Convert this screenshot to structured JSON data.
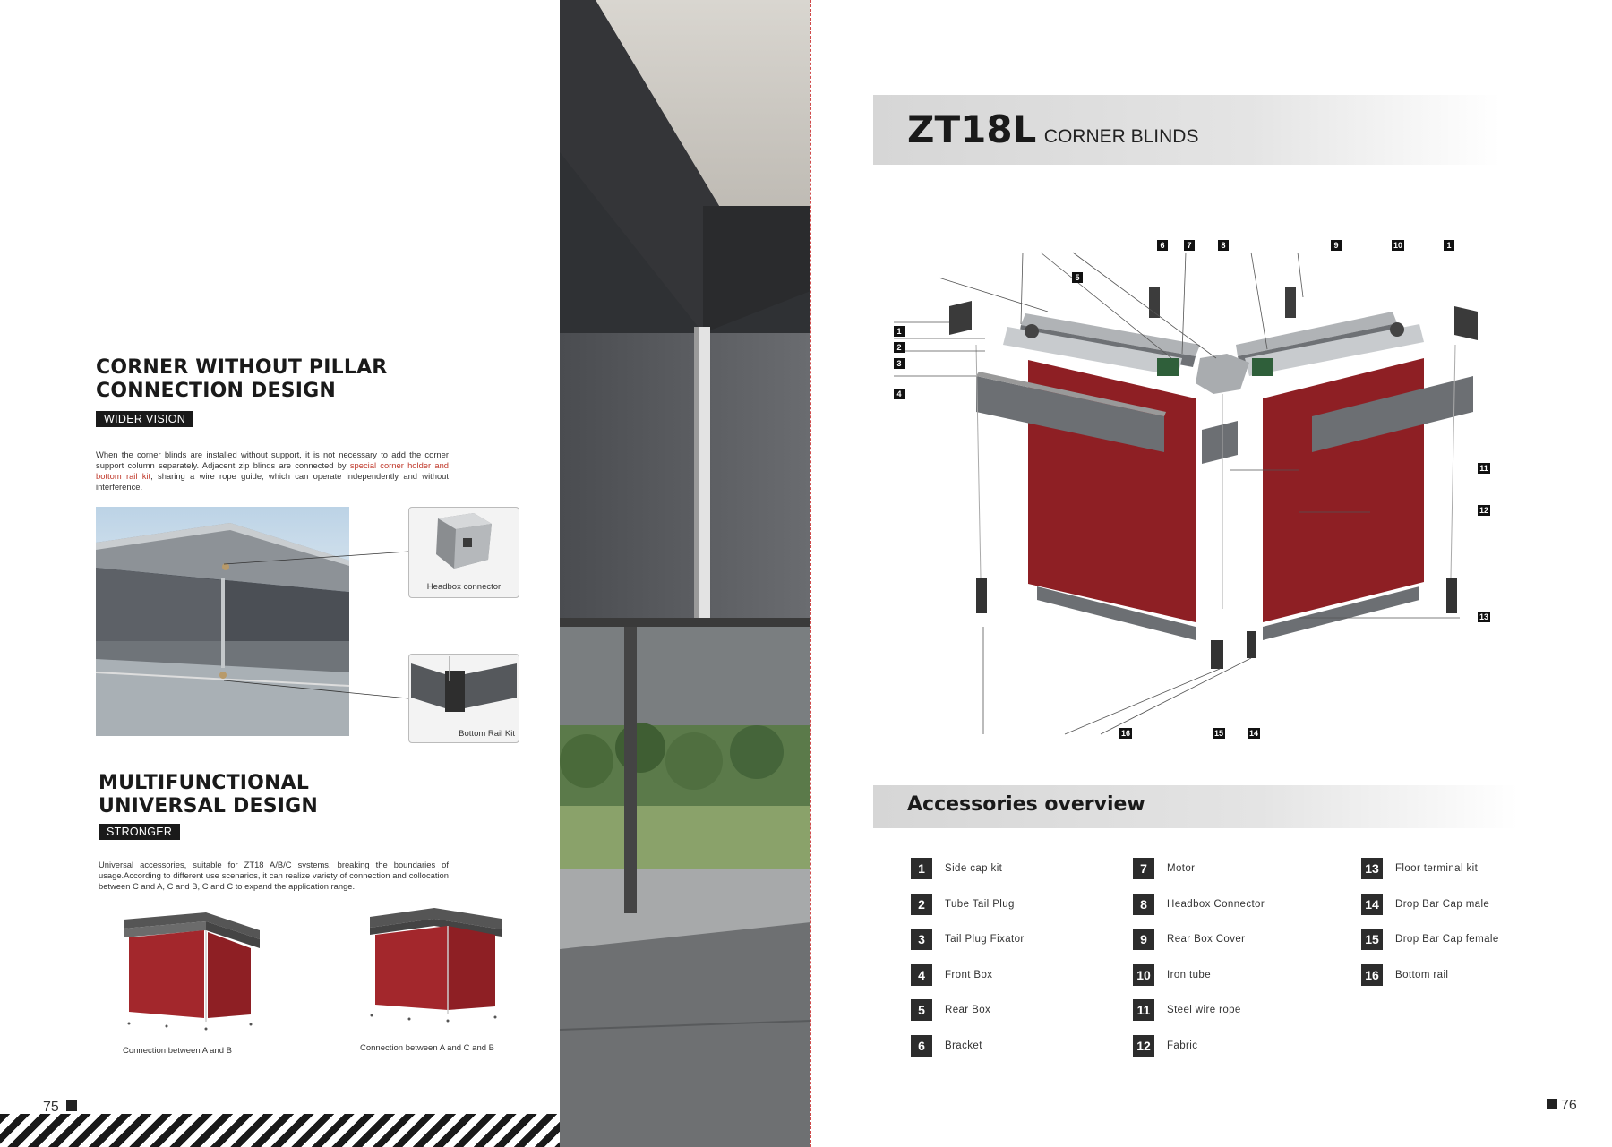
{
  "left": {
    "section1": {
      "title_line1": "CORNER WITHOUT PILLAR",
      "title_line2": "CONNECTION DESIGN",
      "tag": "WIDER VISION",
      "para_before": "When the corner blinds are installed without support, it is not necessary to add the corner support column separately. Adjacent zip blinds are connected by ",
      "para_highlight": "special corner holder and bottom rail kit",
      "para_after": ", sharing a wire rope guide, which can operate independently and without interference.",
      "callout_top": "Headbox connector",
      "callout_bottom": "Bottom Rail Kit"
    },
    "section2": {
      "title_line1": "MULTIFUNCTIONAL",
      "title_line2": "UNIVERSAL DESIGN",
      "tag": "STRONGER",
      "para": "Universal accessories, suitable for ZT18 A/B/C systems, breaking the boundaries of usage.According to different use scenarios, it can realize variety of connection and collocation between C and A, C and B, C and C  to expand the application range.",
      "caption_a": "Connection between A and B",
      "caption_b": "Connection between A and C and B"
    },
    "page_number": "75"
  },
  "right": {
    "header": {
      "model": "ZT18L",
      "subtitle": "CORNER BLINDS"
    },
    "accessories_title": "Accessories overview",
    "accessories": [
      {
        "num": "1",
        "label": "Side cap kit"
      },
      {
        "num": "2",
        "label": "Tube Tail Plug"
      },
      {
        "num": "3",
        "label": "Tail Plug Fixator"
      },
      {
        "num": "4",
        "label": "Front Box"
      },
      {
        "num": "5",
        "label": "Rear Box"
      },
      {
        "num": "6",
        "label": "Bracket"
      },
      {
        "num": "7",
        "label": "Motor"
      },
      {
        "num": "8",
        "label": "Headbox Connector"
      },
      {
        "num": "9",
        "label": "Rear Box Cover"
      },
      {
        "num": "10",
        "label": "Iron tube"
      },
      {
        "num": "11",
        "label": "Steel wire rope"
      },
      {
        "num": "12",
        "label": "Fabric"
      },
      {
        "num": "13",
        "label": "Floor terminal kit"
      },
      {
        "num": "14",
        "label": "Drop Bar Cap male"
      },
      {
        "num": "15",
        "label": "Drop Bar Cap female"
      },
      {
        "num": "16",
        "label": "Bottom rail"
      }
    ],
    "callouts": [
      "6",
      "7",
      "8",
      "9",
      "10",
      "1",
      "5",
      "1",
      "2",
      "3",
      "4",
      "11",
      "12",
      "13",
      "16",
      "15",
      "14"
    ],
    "page_number": "76"
  },
  "colors": {
    "fabric_red": "#8e1f24",
    "dark": "#2c2c2c",
    "accent_red": "#c0392b"
  }
}
